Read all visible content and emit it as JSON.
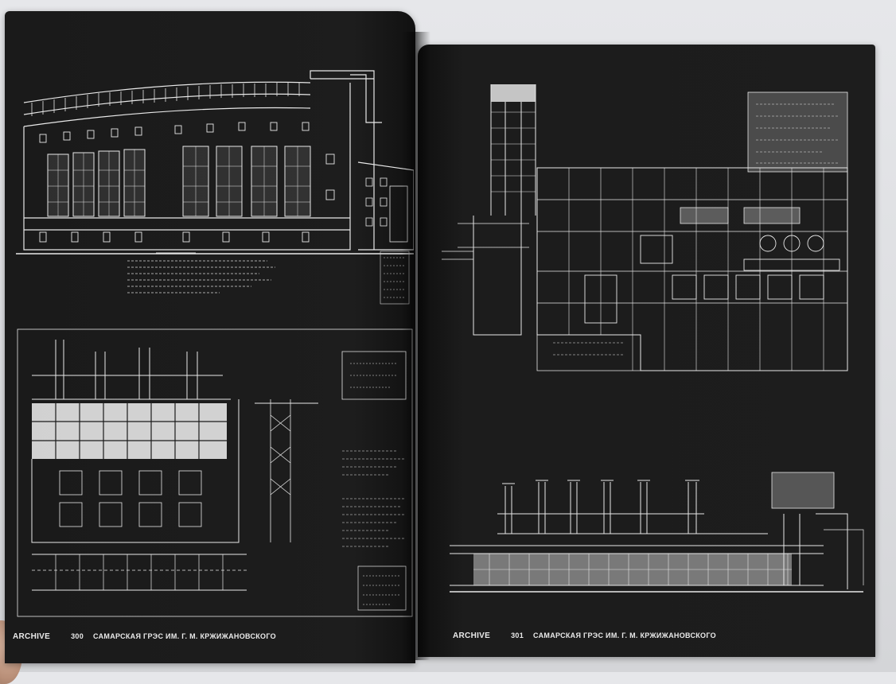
{
  "left_page": {
    "section_label": "ARCHIVE",
    "page_number": "300",
    "title": "САМАРСКАЯ ГРЭС ИМ. Г. М. КРЖИЖАНОВСКОГО"
  },
  "right_page": {
    "section_label": "ARCHIVE",
    "page_number": "301",
    "title": "САМАРСКАЯ ГРЭС ИМ. Г. М. КРЖИЖАНОВСКОГО"
  },
  "colors": {
    "page_background": "#1b1b1b",
    "line_color": "#e8e8e8",
    "surface": "#dcdde0"
  }
}
